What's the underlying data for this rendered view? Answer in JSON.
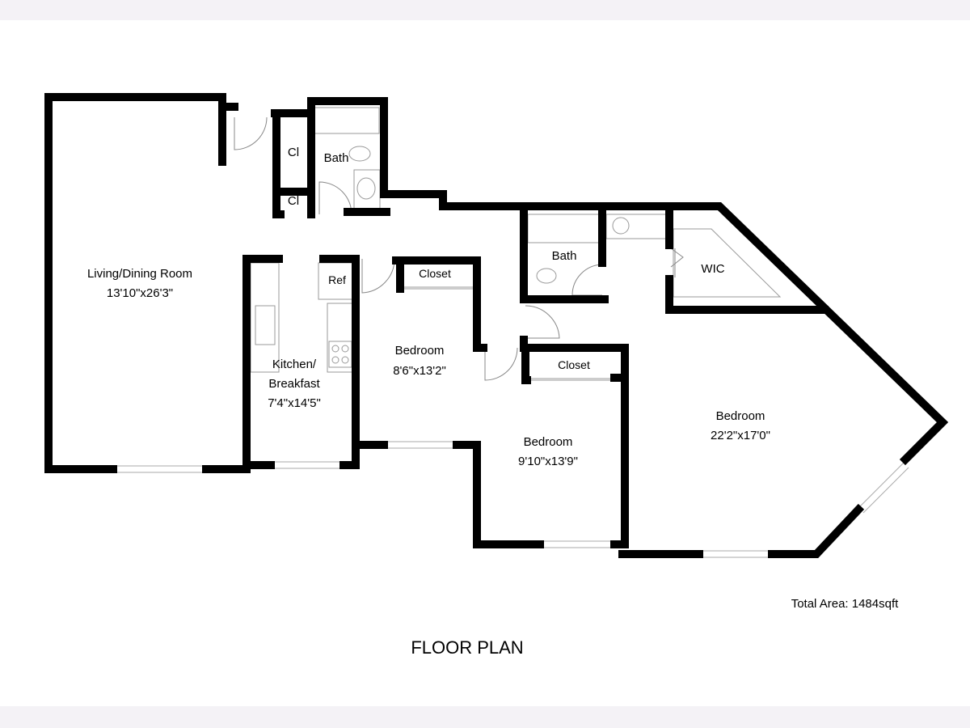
{
  "title": "FLOOR PLAN",
  "total_area": "Total Area: 1484sqft",
  "rooms": {
    "living": {
      "name": "Living/Dining Room",
      "size": "13'10\"x26'3\""
    },
    "closet1": {
      "name": "Cl"
    },
    "closet2": {
      "name": "Cl"
    },
    "bath1": {
      "name": "Bath"
    },
    "ref": {
      "name": "Ref"
    },
    "kitchen": {
      "name1": "Kitchen/",
      "name2": "Breakfast",
      "size": "7'4\"x14'5\""
    },
    "bedroom1": {
      "name": "Bedroom",
      "size": "8'6\"x13'2\"",
      "closet": "Closet"
    },
    "bath2": {
      "name": "Bath"
    },
    "wic": {
      "name": "WIC"
    },
    "bedroom2": {
      "name": "Bedroom",
      "size": "9'10\"x13'9\"",
      "closet": "Closet"
    },
    "bedroom3": {
      "name": "Bedroom",
      "size": "22'2\"x17'0\""
    }
  }
}
